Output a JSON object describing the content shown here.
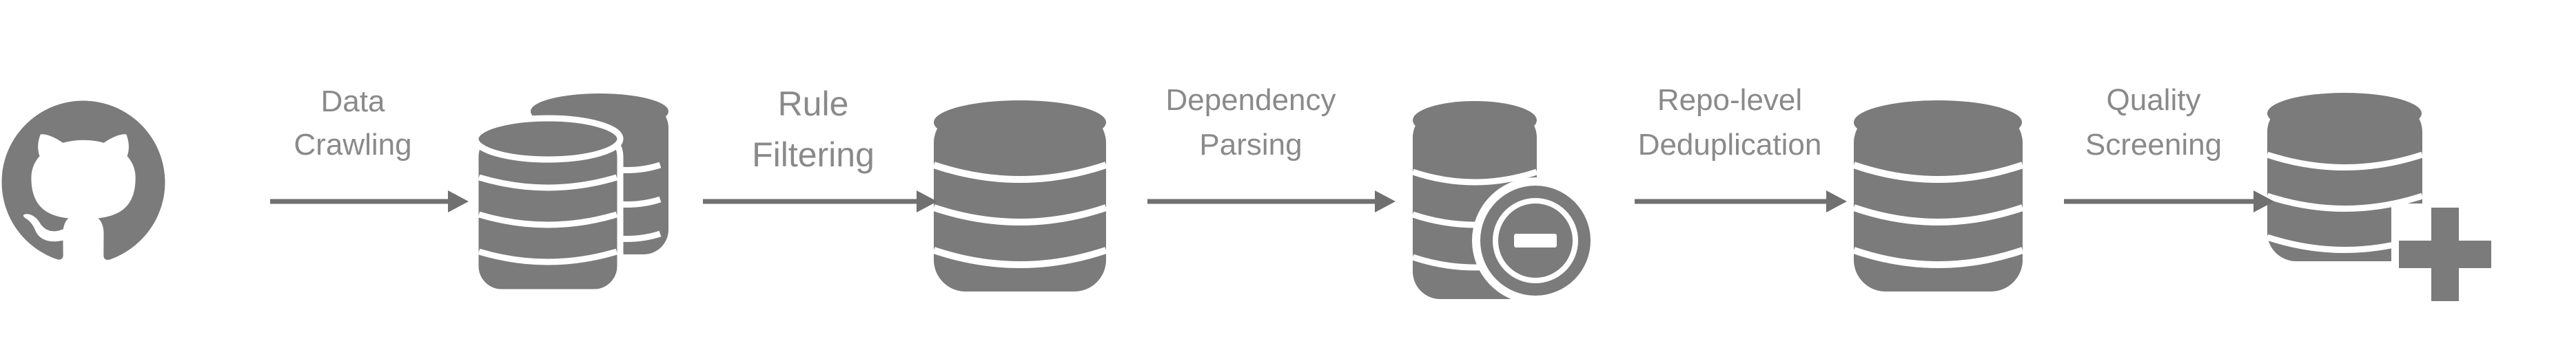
{
  "colors": {
    "icon": "#7b7b7b",
    "arrow": "#707070",
    "label": "#8a8a8a",
    "background": "#ffffff"
  },
  "stages": [
    {
      "icon": "github-icon"
    },
    {
      "icon": "database-stack-icon"
    },
    {
      "icon": "database-icon"
    },
    {
      "icon": "database-minus-icon"
    },
    {
      "icon": "database-icon"
    },
    {
      "icon": "database-plus-icon"
    }
  ],
  "steps": [
    {
      "line1": "Data",
      "line2": "Crawling"
    },
    {
      "line1": "Rule",
      "line2": "Filtering"
    },
    {
      "line1": "Dependency",
      "line2": "Parsing"
    },
    {
      "line1": "Repo-level",
      "line2": "Deduplication"
    },
    {
      "line1": "Quality",
      "line2": "Screening"
    }
  ]
}
